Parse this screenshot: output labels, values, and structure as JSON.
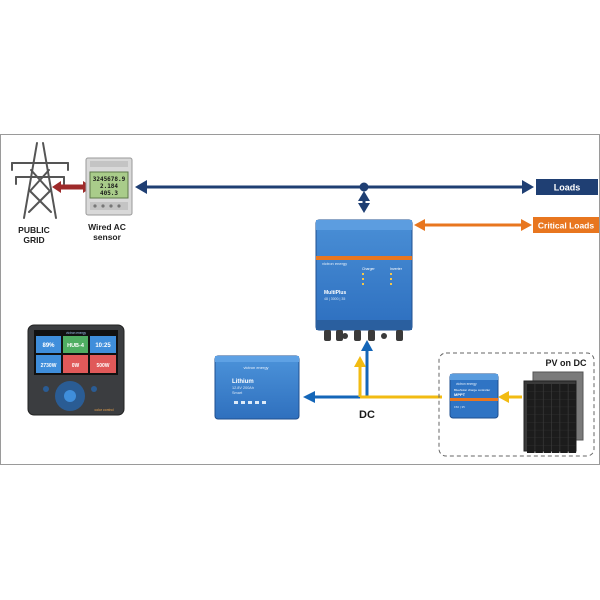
{
  "labels": {
    "public_grid": [
      "PUBLIC",
      "GRID"
    ],
    "sensor": [
      "Wired AC",
      "sensor"
    ],
    "loads": "Loads",
    "critical_loads": "Critical Loads",
    "dc": "DC",
    "pv_on_dc": "PV on DC"
  },
  "devices": {
    "meter": {
      "readings": [
        "3245678.9",
        "2.184",
        "405.3"
      ]
    },
    "inverter": {
      "brand": "victron energy",
      "model": "MultiPlus",
      "submodel": "48 | 3000 | 35",
      "col1": "Charger",
      "col2": "Inverter"
    },
    "battery": {
      "brand": "victron energy",
      "type": "Lithium",
      "spec": "12.8V 200Ah",
      "sub": "Smart"
    },
    "mppt": {
      "brand": "victron energy",
      "line1": "BlueSolar charge controller",
      "line2": "MPPT",
      "line3": "150 | 35"
    },
    "gx": {
      "brand": "victron energy",
      "tiles": [
        "89%",
        "HUB-4",
        "10:25",
        "2730W",
        "0W",
        "500W"
      ],
      "footer": "color control"
    }
  },
  "colors": {
    "ac_line": "#1f3f73",
    "critical": "#e8761f",
    "dc_blue": "#1466b8",
    "dc_yellow": "#f2bb12",
    "grid_link": "#9e2a2a",
    "label_bg": "#1f3f73",
    "critical_bg": "#e8761f"
  }
}
